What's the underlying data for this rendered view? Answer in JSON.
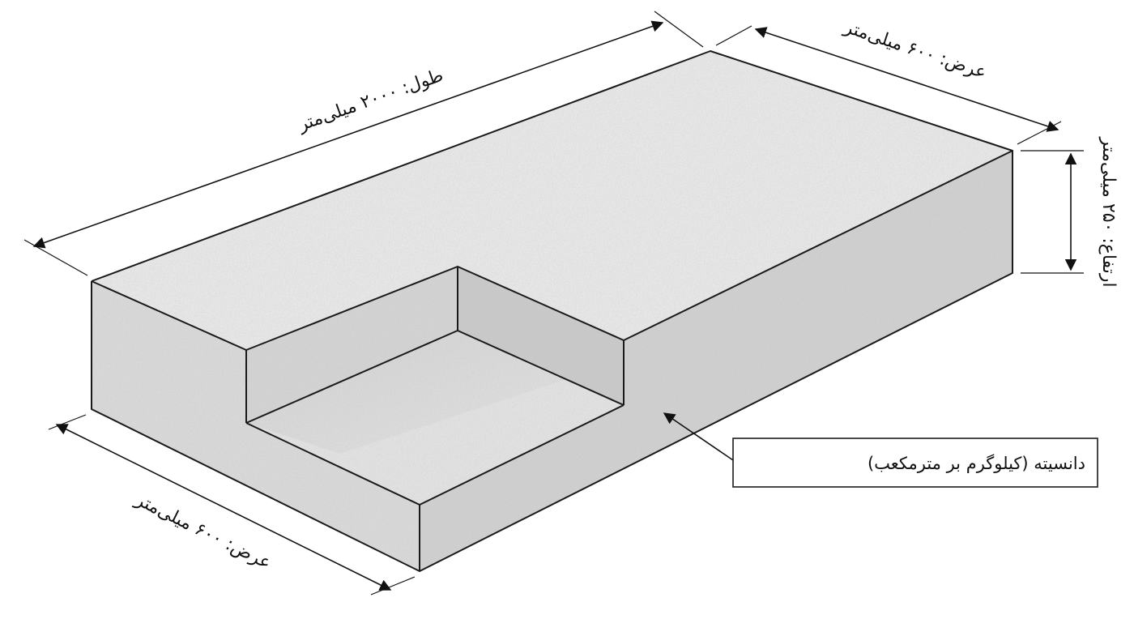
{
  "diagram": {
    "labels": {
      "length": "طول: ۲۰۰۰ میلی‌متر",
      "width_top": "عرض: ۶۰۰ میلی‌متر",
      "height": "ارتفاع: ۲۵۰ میلی‌متر",
      "width_front": "عرض: ۶۰۰ میلی‌متر",
      "density": "دانسیته (کیلوگرم بر مترمکعب)"
    },
    "colors": {
      "top_face": "#ececec",
      "front_face": "#dcdcdc",
      "side_face": "#d2d2d2",
      "notch_floor": "#e6e6e6",
      "notch_back": "#d6d6d6",
      "notch_side": "#cbcbcb",
      "line": "#1a1a1a",
      "background": "#ffffff"
    }
  }
}
